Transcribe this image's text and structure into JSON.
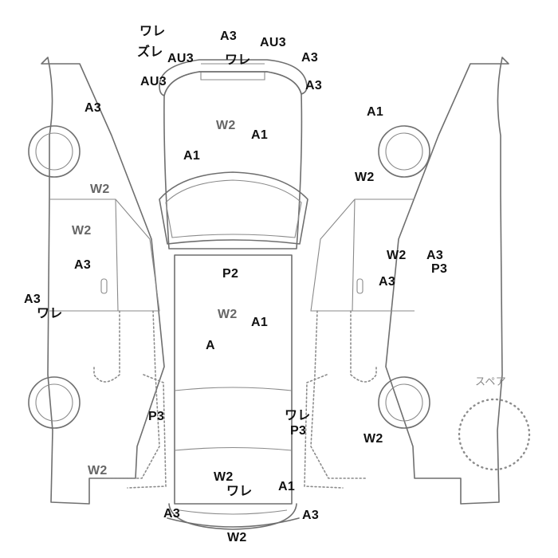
{
  "diagram": {
    "colors": {
      "line": "#6f6f6f",
      "mark_text": "#111111",
      "w2_text": "#666666",
      "spare_text": "#888888"
    },
    "spare_label": "スペア",
    "marks": {
      "front_top_left_warei": "ワレ",
      "front_top_left_zure": "ズレ",
      "front_top_au3_left": "AU3",
      "front_top_a3_center": "A3",
      "front_top_au3_right": "AU3",
      "front_top_warei_center": "ワレ",
      "front_top_a3_right": "A3",
      "front_top_au3_far_left": "AU3",
      "front_top_a3_right_lower": "A3",
      "left_fender_a3": "A3",
      "hood_w2": "W2",
      "hood_a1_right": "A1",
      "hood_a1_left": "A1",
      "left_front_door_w2_upper": "W2",
      "left_front_door_w2": "W2",
      "left_front_door_a3": "A3",
      "left_rocker_a3": "A3",
      "left_rocker_warei": "ワレ",
      "right_fender_a1": "A1",
      "right_fender_w2": "W2",
      "roof_p2": "P2",
      "roof_w2": "W2",
      "roof_a1": "A1",
      "roof_a": "A",
      "right_door_w2": "W2",
      "right_door_a3_upper": "A3",
      "right_door_p3": "P3",
      "right_door_a3_lower": "A3",
      "left_rear_p3": "P3",
      "right_rear_warei": "ワレ",
      "right_rear_p3": "P3",
      "right_rear_w2": "W2",
      "left_quarter_w2": "W2",
      "trunk_w2": "W2",
      "trunk_warei": "ワレ",
      "trunk_a1": "A1",
      "rear_bumper_a3_left": "A3",
      "rear_bumper_a3_right": "A3",
      "rear_bumper_w2": "W2"
    }
  }
}
